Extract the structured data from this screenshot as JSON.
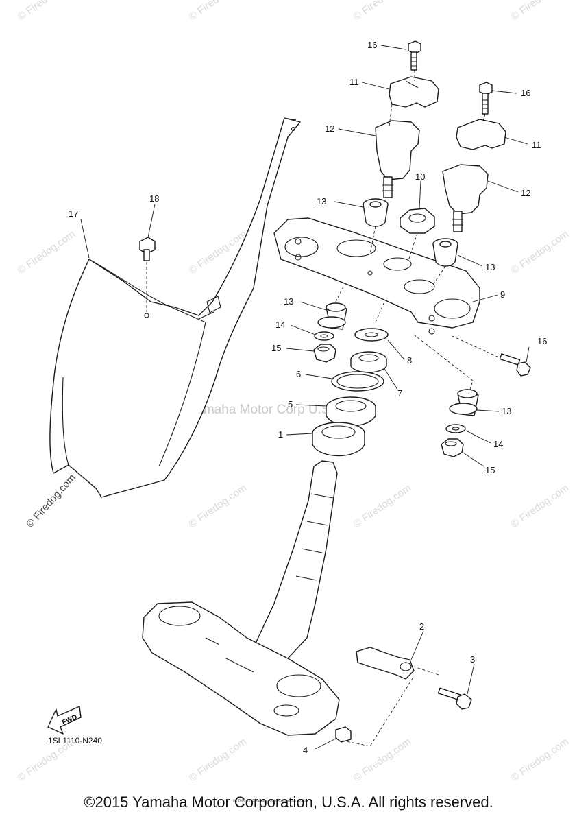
{
  "watermarks": {
    "site": "© Firedog.com",
    "center": "Yamaha Motor Corp U.S.A."
  },
  "callouts": [
    "1",
    "2",
    "3",
    "4",
    "5",
    "6",
    "7",
    "8",
    "9",
    "10",
    "11",
    "12",
    "13",
    "14",
    "15",
    "16",
    "17",
    "18"
  ],
  "labels": {
    "n1": "1",
    "n2": "2",
    "n3": "3",
    "n4": "4",
    "n5": "5",
    "n6": "6",
    "n7": "7",
    "n8": "8",
    "n9": "9",
    "n10": "10",
    "n11a": "11",
    "n11b": "11",
    "n12a": "12",
    "n12b": "12",
    "n13a": "13",
    "n13b": "13",
    "n13c": "13",
    "n13d": "13",
    "n14a": "14",
    "n14b": "14",
    "n15a": "15",
    "n15b": "15",
    "n16a": "16",
    "n16b": "16",
    "n16c": "16",
    "n17": "17",
    "n18": "18"
  },
  "fwd_label": "FWD",
  "diagram_code": "1SL1110-N240",
  "fine_print": "(c) 2000-2015 Yamaha Motor Corporation, U.S.A.",
  "copyright": "©2015 Yamaha Motor Corporation, U.S.A. All rights reserved."
}
